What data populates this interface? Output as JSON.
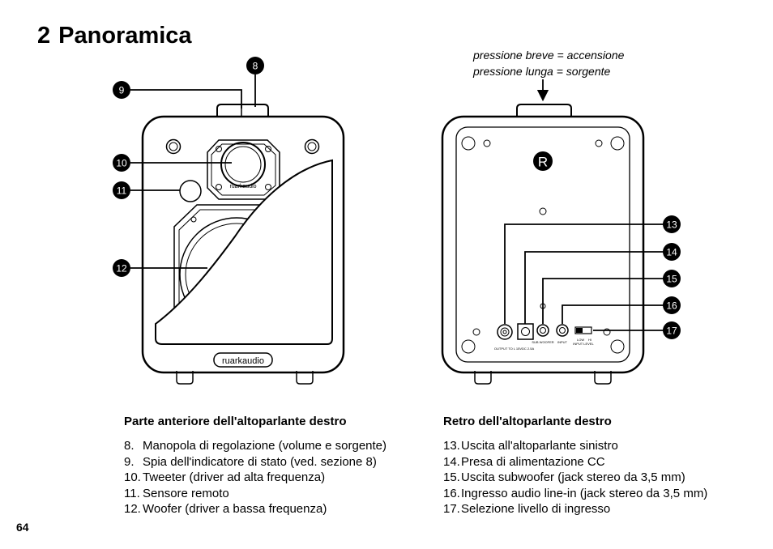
{
  "section": {
    "number": "2",
    "title": "Panoramica"
  },
  "top_note": {
    "line1": "pressione breve = accensione",
    "line2": "pressione lunga = sorgente"
  },
  "figure_labels": {
    "front_brand": "ruarkaudio",
    "tweeter_brand": "ruarkaudio",
    "rear_badge": "R",
    "rear_connectors": {
      "output": "OUTPUT TO L",
      "dc": "15VDC 2.5A",
      "sub": "SUB WOOFER",
      "input": "INPUT",
      "level_low": "LOW",
      "level_hi": "HI",
      "level_title": "INPUT LEVEL"
    }
  },
  "callouts": [
    "8",
    "9",
    "10",
    "11",
    "12",
    "13",
    "14",
    "15",
    "16",
    "17"
  ],
  "front_section": {
    "heading": "Parte anteriore dell'altoparlante destro",
    "items": [
      {
        "num": "8.",
        "text": "Manopola di regolazione (volume e sorgente)"
      },
      {
        "num": "9.",
        "text": "Spia dell'indicatore di stato (ved. sezione 8)"
      },
      {
        "num": "10.",
        "text": "Tweeter (driver ad alta frequenza)"
      },
      {
        "num": "11.",
        "text": "Sensore remoto"
      },
      {
        "num": "12.",
        "text": "Woofer (driver a bassa frequenza)"
      }
    ]
  },
  "rear_section": {
    "heading": "Retro dell'altoparlante destro",
    "items": [
      {
        "num": "13.",
        "text": "Uscita all'altoparlante sinistro"
      },
      {
        "num": "14.",
        "text": "Presa di alimentazione CC"
      },
      {
        "num": "15.",
        "text": "Uscita subwoofer (jack stereo da 3,5 mm)"
      },
      {
        "num": "16.",
        "text": "Ingresso audio line-in (jack stereo da 3,5 mm)"
      },
      {
        "num": "17.",
        "text": "Selezione livello di ingresso"
      }
    ]
  },
  "page_number": "64"
}
